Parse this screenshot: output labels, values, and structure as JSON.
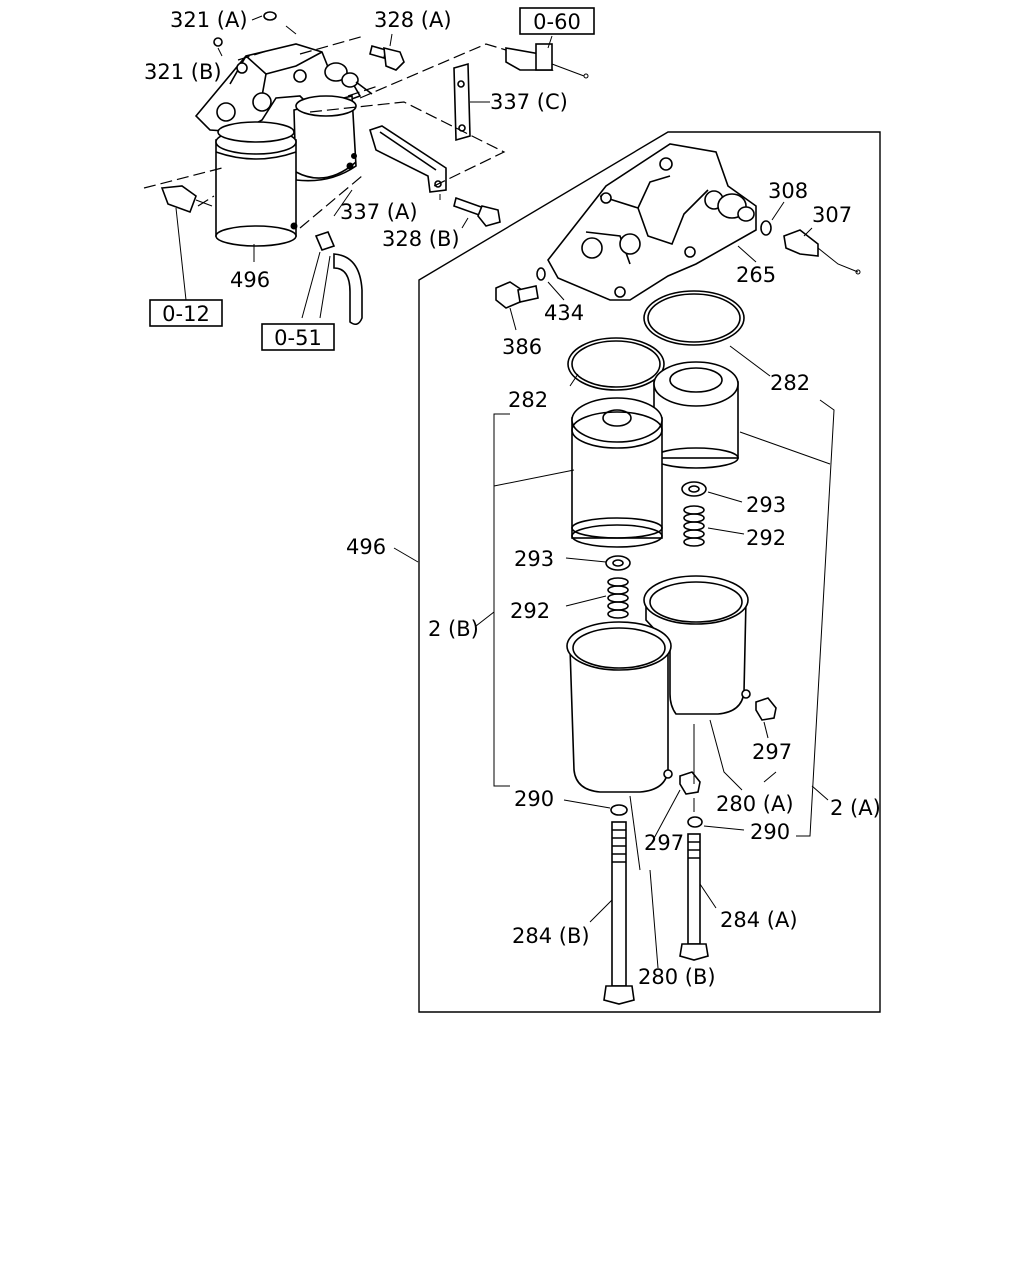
{
  "labels": {
    "l321a": "321 (A)",
    "l321b": "321 (B)",
    "l328a": "328 (A)",
    "l328b": "328 (B)",
    "l337c": "337 (C)",
    "l337a": "337 (A)",
    "l496top": "496",
    "l496side": "496",
    "l308": "308",
    "l307": "307",
    "l265": "265",
    "l434": "434",
    "l386": "386",
    "l282l": "282",
    "l282r": "282",
    "l293r": "293",
    "l292r": "292",
    "l293l": "293",
    "l292l": "292",
    "l2b": "2 (B)",
    "l297r": "297",
    "l280a": "280 (A)",
    "l2a": "2 (A)",
    "l290l": "290",
    "l290r": "290",
    "l297l": "297",
    "l284b": "284 (B)",
    "l284a": "284 (A)",
    "l280b": "280 (B)"
  },
  "refs": {
    "r060": "0-60",
    "r012": "0-12",
    "r051": "0-51"
  }
}
